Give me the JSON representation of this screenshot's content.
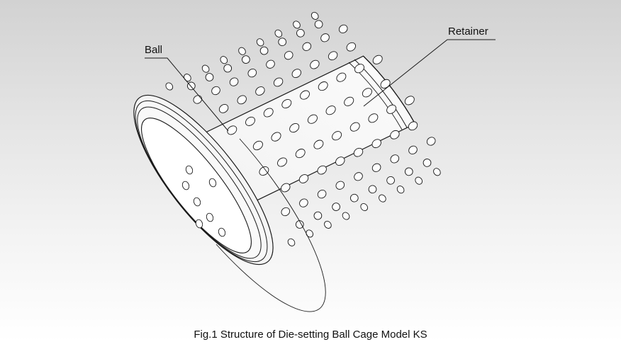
{
  "labels": {
    "ball": "Ball",
    "retainer": "Retainer"
  },
  "caption": "Fig.1 Structure of Die-setting Ball Cage Model KS",
  "colors": {
    "stroke": "#1a1a1a",
    "body_fill": "#f7f7f7",
    "inner_fill": "#ffffff"
  }
}
